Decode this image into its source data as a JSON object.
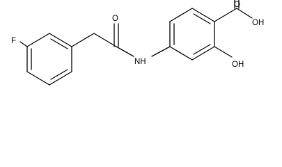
{
  "molecule": {
    "atoms": [
      {
        "id": "F",
        "label": "F"
      },
      {
        "id": "O1",
        "label": "O"
      },
      {
        "id": "NH",
        "label": "NH"
      },
      {
        "id": "OH1",
        "label": "OH"
      },
      {
        "id": "OH2",
        "label": "OH"
      },
      {
        "id": "O2",
        "label": "O"
      }
    ]
  },
  "colors": {
    "bond": "#000000",
    "background": "#ffffff"
  }
}
